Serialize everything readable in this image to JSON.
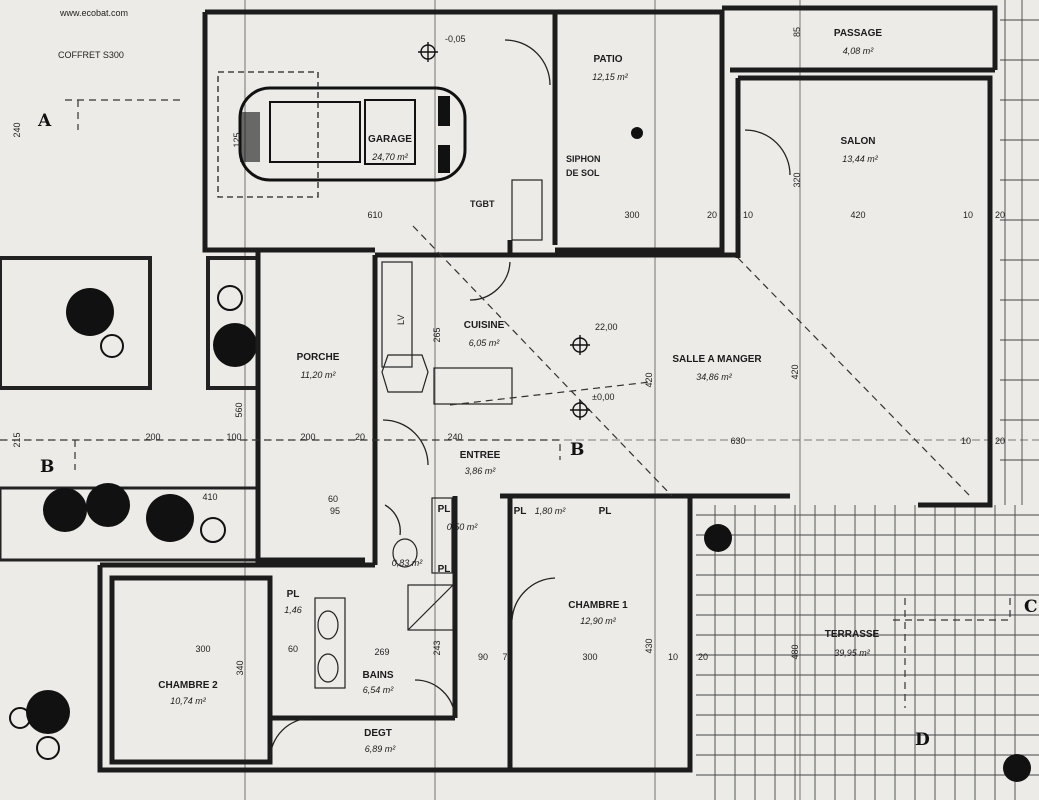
{
  "watermark": "www.ecobat.com",
  "coffret": "COFFRET S300",
  "tgbt": "TGBT",
  "siphon": [
    "SIPHON",
    "DE SOL"
  ],
  "lv": "LV",
  "level_garage": "-0,05",
  "level_main": "±0,00",
  "level_cuisine": "22,00",
  "rooms": {
    "garage": {
      "name": "GARAGE",
      "area": "24,70 m²"
    },
    "patio": {
      "name": "PATIO",
      "area": "12,15 m²"
    },
    "passage": {
      "name": "PASSAGE",
      "area": "4,08 m²"
    },
    "salon": {
      "name": "SALON",
      "area": "13,44 m²"
    },
    "porche": {
      "name": "PORCHE",
      "area": "11,20 m²"
    },
    "cuisine": {
      "name": "CUISINE",
      "area": "6,05 m²"
    },
    "salle_manger": {
      "name": "SALLE A MANGER",
      "area": "34,86 m²"
    },
    "entree": {
      "name": "ENTREE",
      "area": "3,86 m²"
    },
    "chambre1": {
      "name": "CHAMBRE 1",
      "area": "12,90 m²"
    },
    "chambre2": {
      "name": "CHAMBRE 2",
      "area": "10,74 m²"
    },
    "bains": {
      "name": "BAINS",
      "area": "6,54 m²"
    },
    "degt": {
      "name": "DEGT",
      "area": "6,89 m²"
    },
    "terrasse": {
      "name": "TERRASSE",
      "area": "39,95 m²"
    },
    "pl_top": {
      "name": "PL",
      "area": "1,80 m²"
    },
    "pl_bains": {
      "name": "PL",
      "area": "1,46"
    },
    "pl_wc": {
      "name": "PL",
      "area": "0,50 m²"
    },
    "pl_chambre1": {
      "name": "PL",
      "area": ""
    },
    "pl_wc2": {
      "name": "PL",
      "area": "0,83 m²"
    }
  },
  "sections": {
    "a": "A",
    "b1": "B",
    "b2": "B",
    "c": "C",
    "d": "D"
  },
  "dimensions": {
    "d610": "610",
    "d300a": "300",
    "d20a": "20",
    "d10a": "10",
    "d420a": "420",
    "d20b": "20",
    "d10b": "10",
    "d200a": "200",
    "d100": "100",
    "d200b": "200",
    "d20c": "20",
    "d240": "240",
    "d630": "630",
    "d10c": "10",
    "d20d": "20",
    "d410": "410",
    "d60a": "60",
    "d95": "95",
    "d300b": "300",
    "d60b": "60",
    "d269": "269",
    "d90": "90",
    "d7": "7",
    "d300c": "300",
    "d10d": "10",
    "d20e": "20",
    "v240": "240",
    "v125": "125",
    "v320": "320",
    "v420a": "420",
    "v420b": "420",
    "v560": "560",
    "v215": "215",
    "v340": "340",
    "v430": "430",
    "v480": "480",
    "v243": "243",
    "v265": "265",
    "v85": "85"
  }
}
